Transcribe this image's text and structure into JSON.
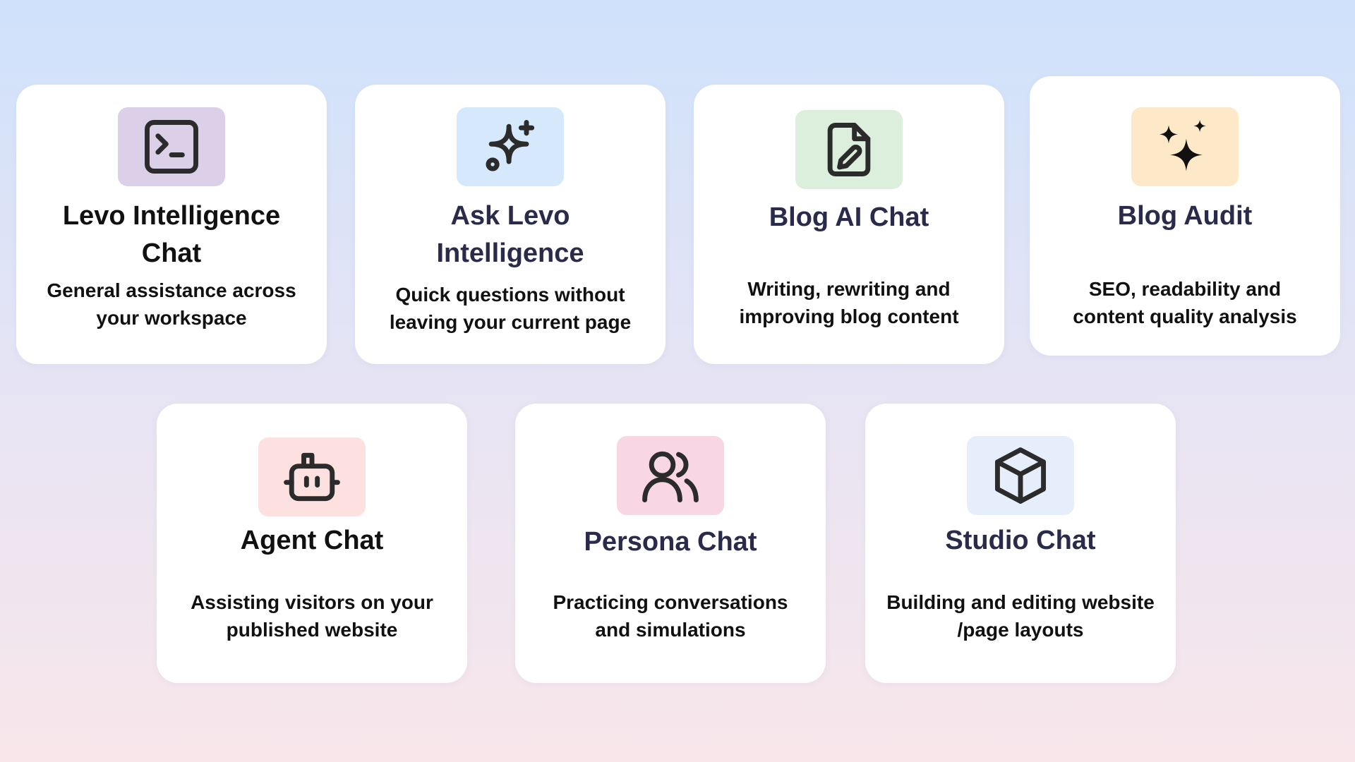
{
  "colors": {
    "title_dark": "#111111",
    "title_navy": "#2a2b4a",
    "icon_stroke": "#2b2b2b"
  },
  "cards": [
    {
      "title": "Levo Intelligence Chat",
      "description": "General assistance across your workspace",
      "icon": "terminal-icon",
      "icon_bg": "#dcd0e8"
    },
    {
      "title": "Ask Levo Intelligence",
      "description": "Quick questions without leaving your current page",
      "icon": "sparkle-plus-icon",
      "icon_bg": "#d6e8fb"
    },
    {
      "title": "Blog AI Chat",
      "description": "Writing, rewriting and improving blog content",
      "icon": "file-edit-icon",
      "icon_bg": "#dbefdc"
    },
    {
      "title": "Blog Audit",
      "description": "SEO, readability and content quality analysis",
      "icon": "sparkles-icon",
      "icon_bg": "#fde9c8"
    },
    {
      "title": "Agent Chat",
      "description": "Assisting visitors on your published website",
      "icon": "bot-icon",
      "icon_bg": "#fde1e1"
    },
    {
      "title": "Persona Chat",
      "description": "Practicing conversations and simulations",
      "icon": "users-icon",
      "icon_bg": "#f9d6e3"
    },
    {
      "title": "Studio Chat",
      "description": "Building and editing website /page layouts",
      "icon": "cube-icon",
      "icon_bg": "#e6eefc"
    }
  ]
}
